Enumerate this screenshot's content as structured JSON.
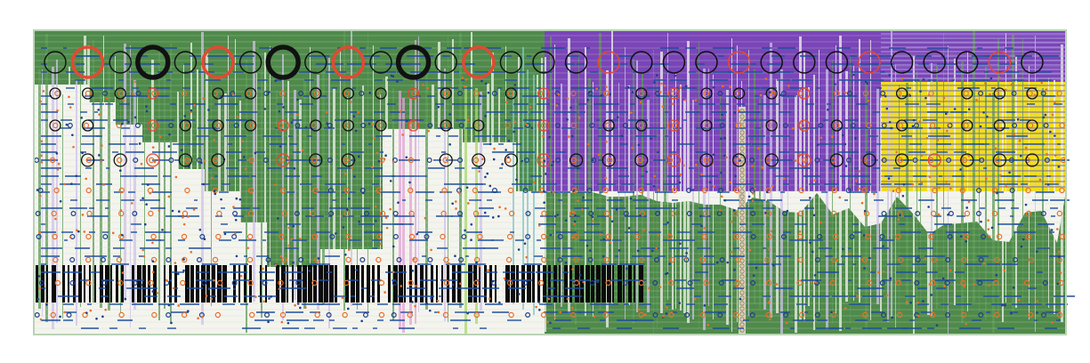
{
  "palette": {
    "background": "#ffffff",
    "field_green": "#4f8a4b",
    "field_purple": "#7a45b8",
    "field_yellow": "#f2de1a",
    "grid_light": "#c9dcc6",
    "stripe_green": "#5b9a55",
    "stripe_white": "#f4f4ee",
    "stripe_lavender": "#cfc2ea",
    "stripe_teal": "#7fc6c9",
    "stripe_lime": "#a8d86a",
    "stripe_pink": "#e3a2d8",
    "ring_black": "#111111",
    "ring_red": "#e24a33",
    "ring_navy": "#1e3f8a",
    "dot_orange": "#e8702a",
    "dash_blue": "#1f4f9c",
    "bar_black": "#0a0a0a",
    "sliver_beige": "#d8cfb8"
  },
  "ring_pattern": [
    "black",
    "red-large",
    "black",
    "black-heavy",
    "black",
    "red-large",
    "black",
    "black-heavy"
  ],
  "regions": [
    "green-upper-left",
    "purple-upper-middle",
    "yellow-upper-right",
    "green-lower-right",
    "white-lower-left",
    "black-bar-band"
  ],
  "icons": [
    "ring-icon",
    "dot-icon",
    "dash-icon"
  ]
}
